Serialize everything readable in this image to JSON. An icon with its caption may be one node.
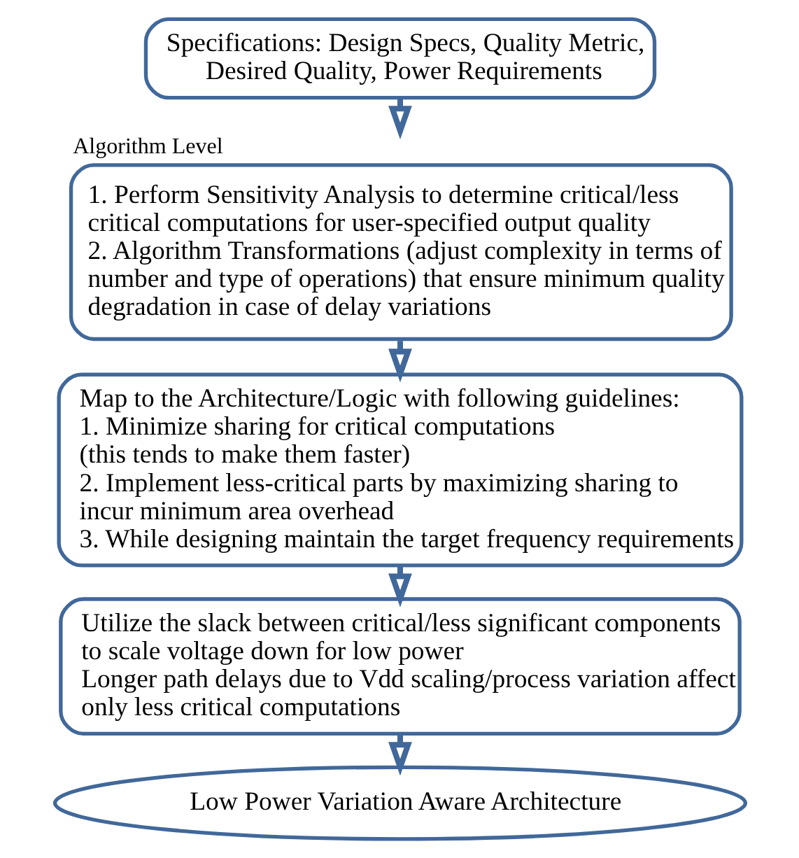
{
  "diagram": {
    "nodes": [
      {
        "text": [
          "Specifications: Design Specs, Quality Metric, Desired Quality, Power Requirements"
        ]
      },
      {
        "text": [
          "Algorithm Level",
          "1. Perform Sensitivity Analysis to determine critical/less critical computations for user-specified output quality",
          "2. Algorithm Transformations (adjust complexity in terms of number and type of operations) that ensure minimum quality degradation in case of delay variations"
        ]
      },
      {
        "text": [
          "Map to the Architecture/Logic with following guidelines:",
          "1. Minimize sharing for critical computations",
          "(this tends to make them faster)",
          "2. Implement less-critical parts by maximizing sharing to incur minimum area overhead",
          "3. While designing maintain the target frequency requirements"
        ]
      },
      {
        "text": [
          "Utilize the slack between critical/less significant components to scale voltage down for low power",
          "Longer path delays due to Vdd scaling/process variation affect only less critical computations"
        ]
      },
      {
        "text": [
          "Low Power Variation Aware Architecture"
        ]
      }
    ],
    "edges": [
      {
        "from": 0,
        "to": 1,
        "arrow": "to"
      },
      {
        "from": 1,
        "to": 2,
        "arrow": "to"
      },
      {
        "from": 2,
        "to": 3,
        "arrow": "to"
      },
      {
        "from": 3,
        "to": 4,
        "arrow": "to"
      }
    ]
  }
}
